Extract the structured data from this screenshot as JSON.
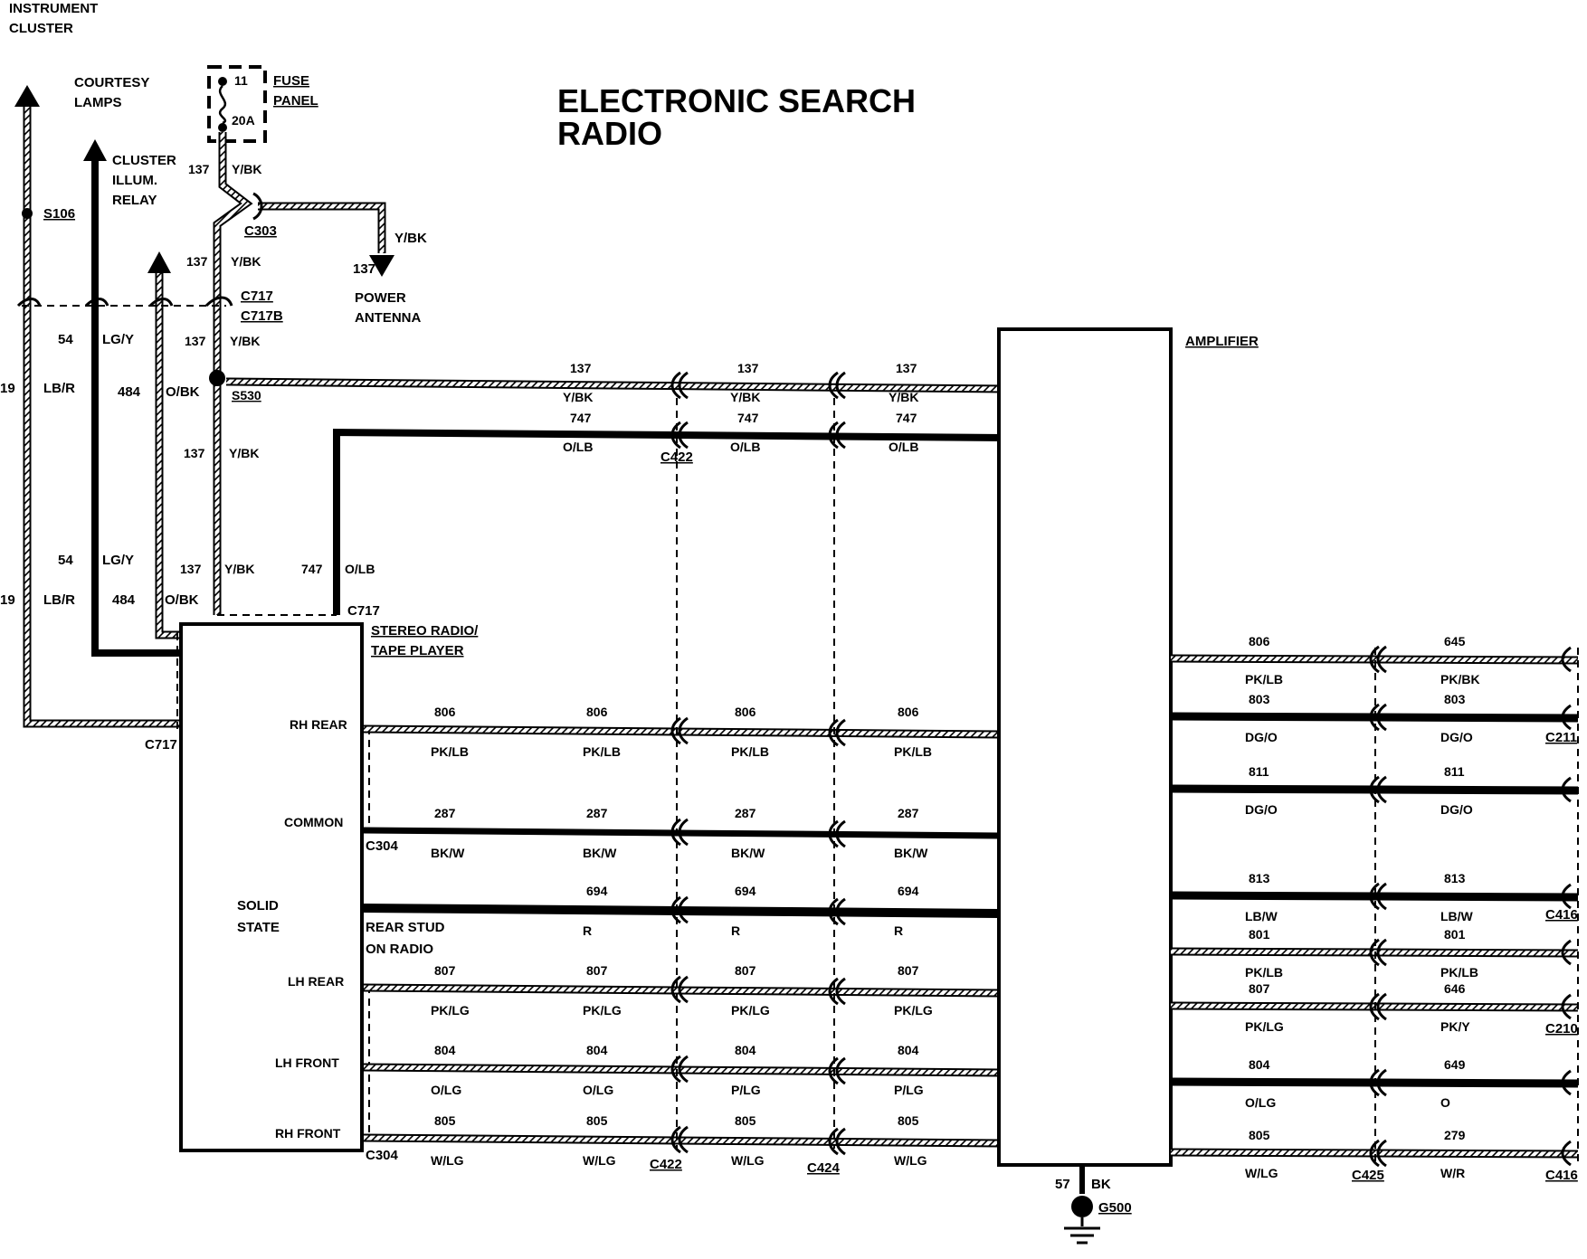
{
  "title": {
    "line1": "ELECTRONIC SEARCH",
    "line2": "RADIO"
  },
  "top_labels": {
    "instrument_cluster_1": "INSTRUMENT",
    "instrument_cluster_2": "CLUSTER",
    "courtesy_lamps_1": "COURTESY",
    "courtesy_lamps_2": "LAMPS",
    "cluster_illum_1": "CLUSTER",
    "cluster_illum_2": "ILLUM.",
    "cluster_illum_3": "RELAY",
    "fuse_panel_1": "FUSE",
    "fuse_panel_2": "PANEL",
    "fuse_number": "11",
    "fuse_rating": "20A",
    "power_antenna_1": "POWER",
    "power_antenna_2": "ANTENNA"
  },
  "splices": {
    "s106": "S106",
    "s530": "S530"
  },
  "connectors": {
    "c303": "C303",
    "c717": "C717",
    "c717b": "C717B",
    "c422": "C422",
    "c424": "C424",
    "c304": "C304",
    "c425": "C425",
    "c211": "C211",
    "c416": "C416",
    "c210": "C210"
  },
  "components": {
    "radio_1": "STEREO RADIO/",
    "radio_2": "TAPE PLAYER",
    "solid_1": "SOLID",
    "solid_2": "STATE",
    "rear_stud_1": "REAR STUD",
    "rear_stud_2": "ON RADIO",
    "amplifier": "AMPLIFIER",
    "ground": "G500",
    "ground_circuit": "57",
    "ground_color": "BK"
  },
  "radio_pins": [
    "RH REAR",
    "COMMON",
    "LH REAR",
    "LH FRONT",
    "RH FRONT"
  ],
  "left_wires": {
    "c19": "19",
    "c19_color": "LB/R",
    "c54": "54",
    "c54_color": "LG/Y",
    "c484": "484",
    "c484_color": "O/BK",
    "c137": "137",
    "c137_color": "Y/BK",
    "c747": "747",
    "c747_color": "O/LB"
  },
  "radio_amp_wires": [
    {
      "circuit": "137",
      "color": "Y/BK"
    },
    {
      "circuit": "747",
      "color": "O/LB"
    },
    {
      "circuit": "806",
      "color": "PK/LB"
    },
    {
      "circuit": "287",
      "color": "BK/W"
    },
    {
      "circuit": "694",
      "color": "R"
    },
    {
      "circuit": "807",
      "color": "PK/LG"
    },
    {
      "circuit": "804",
      "color": "O/LG"
    },
    {
      "circuit": "804",
      "color": "P/LG"
    },
    {
      "circuit": "805",
      "color": "W/LG"
    }
  ],
  "amp_output_wires": [
    {
      "in_circuit": "806",
      "in_color": "PK/LB",
      "out_circuit": "645",
      "out_color": "PK/BK"
    },
    {
      "in_circuit": "803",
      "in_color": "DG/O",
      "out_circuit": "803",
      "out_color": "DG/O"
    },
    {
      "in_circuit": "811",
      "in_color": "DG/O",
      "out_circuit": "811",
      "out_color": "DG/O"
    },
    {
      "in_circuit": "813",
      "in_color": "LB/W",
      "out_circuit": "813",
      "out_color": "LB/W"
    },
    {
      "in_circuit": "801",
      "in_color": "PK/LB",
      "out_circuit": "801",
      "out_color": "PK/LB"
    },
    {
      "in_circuit": "807",
      "in_color": "PK/LG",
      "out_circuit": "646",
      "out_color": "PK/Y"
    },
    {
      "in_circuit": "804",
      "in_color": "O/LG",
      "out_circuit": "649",
      "out_color": "O"
    },
    {
      "in_circuit": "805",
      "in_color": "W/LG",
      "out_circuit": "279",
      "out_color": "W/R"
    }
  ]
}
